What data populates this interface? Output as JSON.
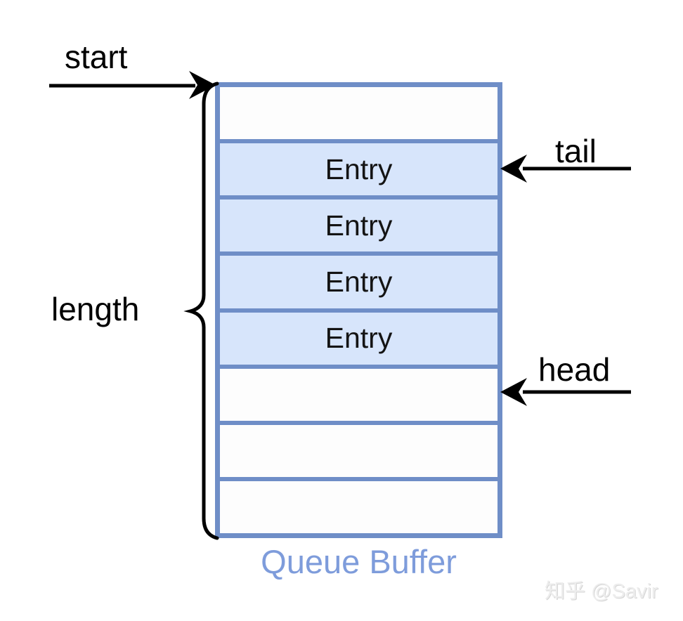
{
  "diagram": {
    "title": "Queue Buffer",
    "labels": {
      "start": "start",
      "length": "length",
      "tail": "tail",
      "head": "head"
    },
    "buffer": {
      "rows": [
        {
          "label": "",
          "filled": "false"
        },
        {
          "label": "Entry",
          "filled": "true"
        },
        {
          "label": "Entry",
          "filled": "true"
        },
        {
          "label": "Entry",
          "filled": "true"
        },
        {
          "label": "Entry",
          "filled": "true"
        },
        {
          "label": "",
          "filled": "false"
        },
        {
          "label": "",
          "filled": "false"
        },
        {
          "label": "",
          "filled": "false"
        }
      ]
    },
    "colors": {
      "frame": "#6f8ec7",
      "entry_fill": "#d7e5fb",
      "empty_fill": "#fdfdfd",
      "caption": "#7e9cdb",
      "line": "#000000"
    },
    "watermark": "知乎 @Savir"
  }
}
